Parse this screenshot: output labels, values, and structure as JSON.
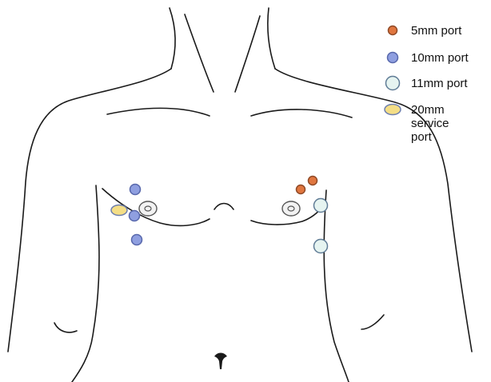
{
  "legend": {
    "items": [
      {
        "key": "5mm",
        "lines": [
          "5mm port"
        ],
        "marker": "circle-small",
        "fill": "#e0763f",
        "stroke": "#8f4a27"
      },
      {
        "key": "10mm",
        "lines": [
          "10mm port"
        ],
        "marker": "circle",
        "fill": "#8f9fe0",
        "stroke": "#5767ab"
      },
      {
        "key": "11mm",
        "lines": [
          "11mm port"
        ],
        "marker": "circle-large",
        "fill": "#e6f4f1",
        "stroke": "#607c96"
      },
      {
        "key": "20mm",
        "lines": [
          "20mm",
          "service",
          "port"
        ],
        "marker": "ellipse",
        "fill": "#f4de86",
        "stroke": "#6e7fae"
      }
    ]
  },
  "ports": [
    {
      "type": "5mm",
      "side": "left",
      "level": "upper"
    },
    {
      "type": "5mm",
      "side": "left",
      "level": "upper"
    },
    {
      "type": "10mm",
      "side": "right",
      "level": "upper"
    },
    {
      "type": "10mm",
      "side": "right",
      "level": "nipple"
    },
    {
      "type": "10mm",
      "side": "right",
      "level": "lower"
    },
    {
      "type": "11mm",
      "side": "left",
      "level": "nipple"
    },
    {
      "type": "11mm",
      "side": "left",
      "level": "lower"
    },
    {
      "type": "20mm",
      "side": "right",
      "level": "nipple"
    }
  ],
  "colors": {
    "outline": "#1a1a1a",
    "nipple_fill": "#f2f2f2",
    "nipple_stroke": "#555555"
  }
}
